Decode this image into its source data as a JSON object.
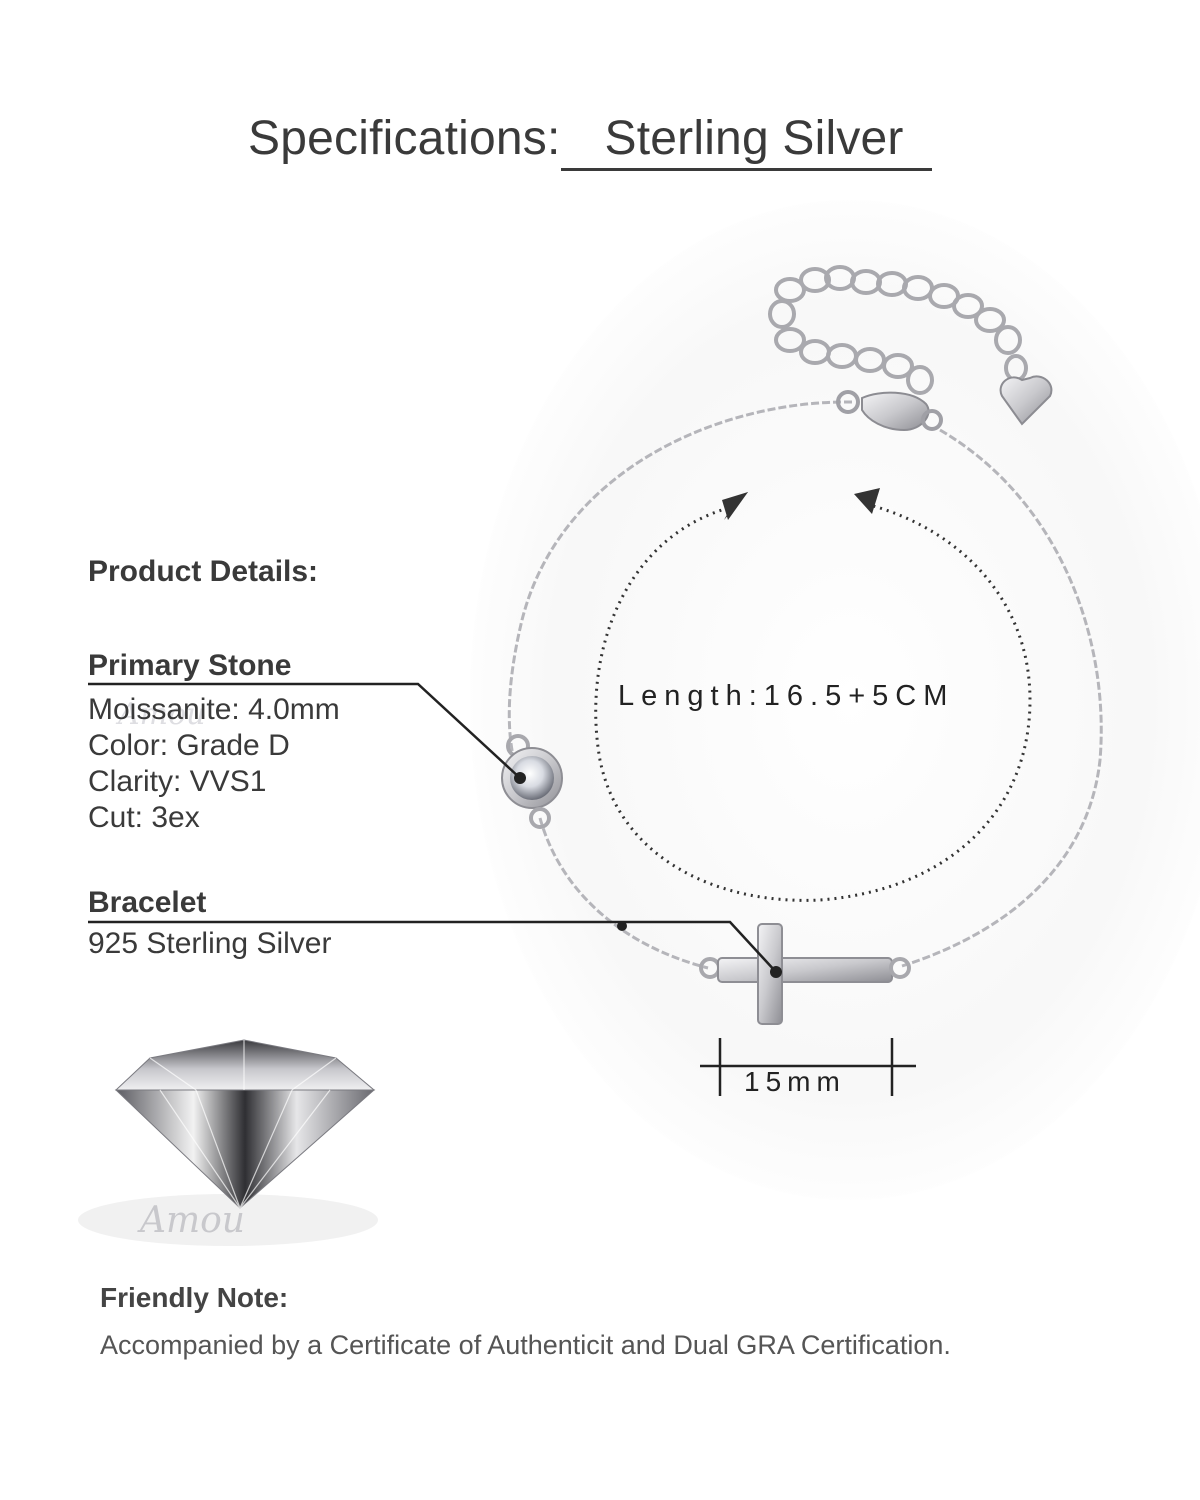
{
  "header": {
    "spec_label": "Specifications:",
    "spec_value": "Sterling Silver"
  },
  "details": {
    "heading": "Product Details:",
    "primary_stone": {
      "title": "Primary Stone",
      "lines": [
        "Moissanite: 4.0mm",
        "Color: Grade D",
        "Clarity: VVS1",
        "Cut: 3ex"
      ]
    },
    "bracelet": {
      "title": "Bracelet",
      "material": "925 Sterling Silver"
    }
  },
  "measurements": {
    "length": "Length:16.5+5CM",
    "cross_width": "15mm"
  },
  "watermark": {
    "brand": "Amou"
  },
  "note": {
    "heading": "Friendly Note:",
    "text": "Accompanied by a Certificate of Authenticit and Dual GRA Certification."
  },
  "colors": {
    "text": "#3a3a3a",
    "silver": "#b9b9bd",
    "pointer": "#222222"
  },
  "icons": {
    "bracelet": "bracelet-illustration",
    "diamond": "diamond-icon",
    "heart": "heart-charm-icon",
    "cross": "cross-pendant-icon"
  }
}
